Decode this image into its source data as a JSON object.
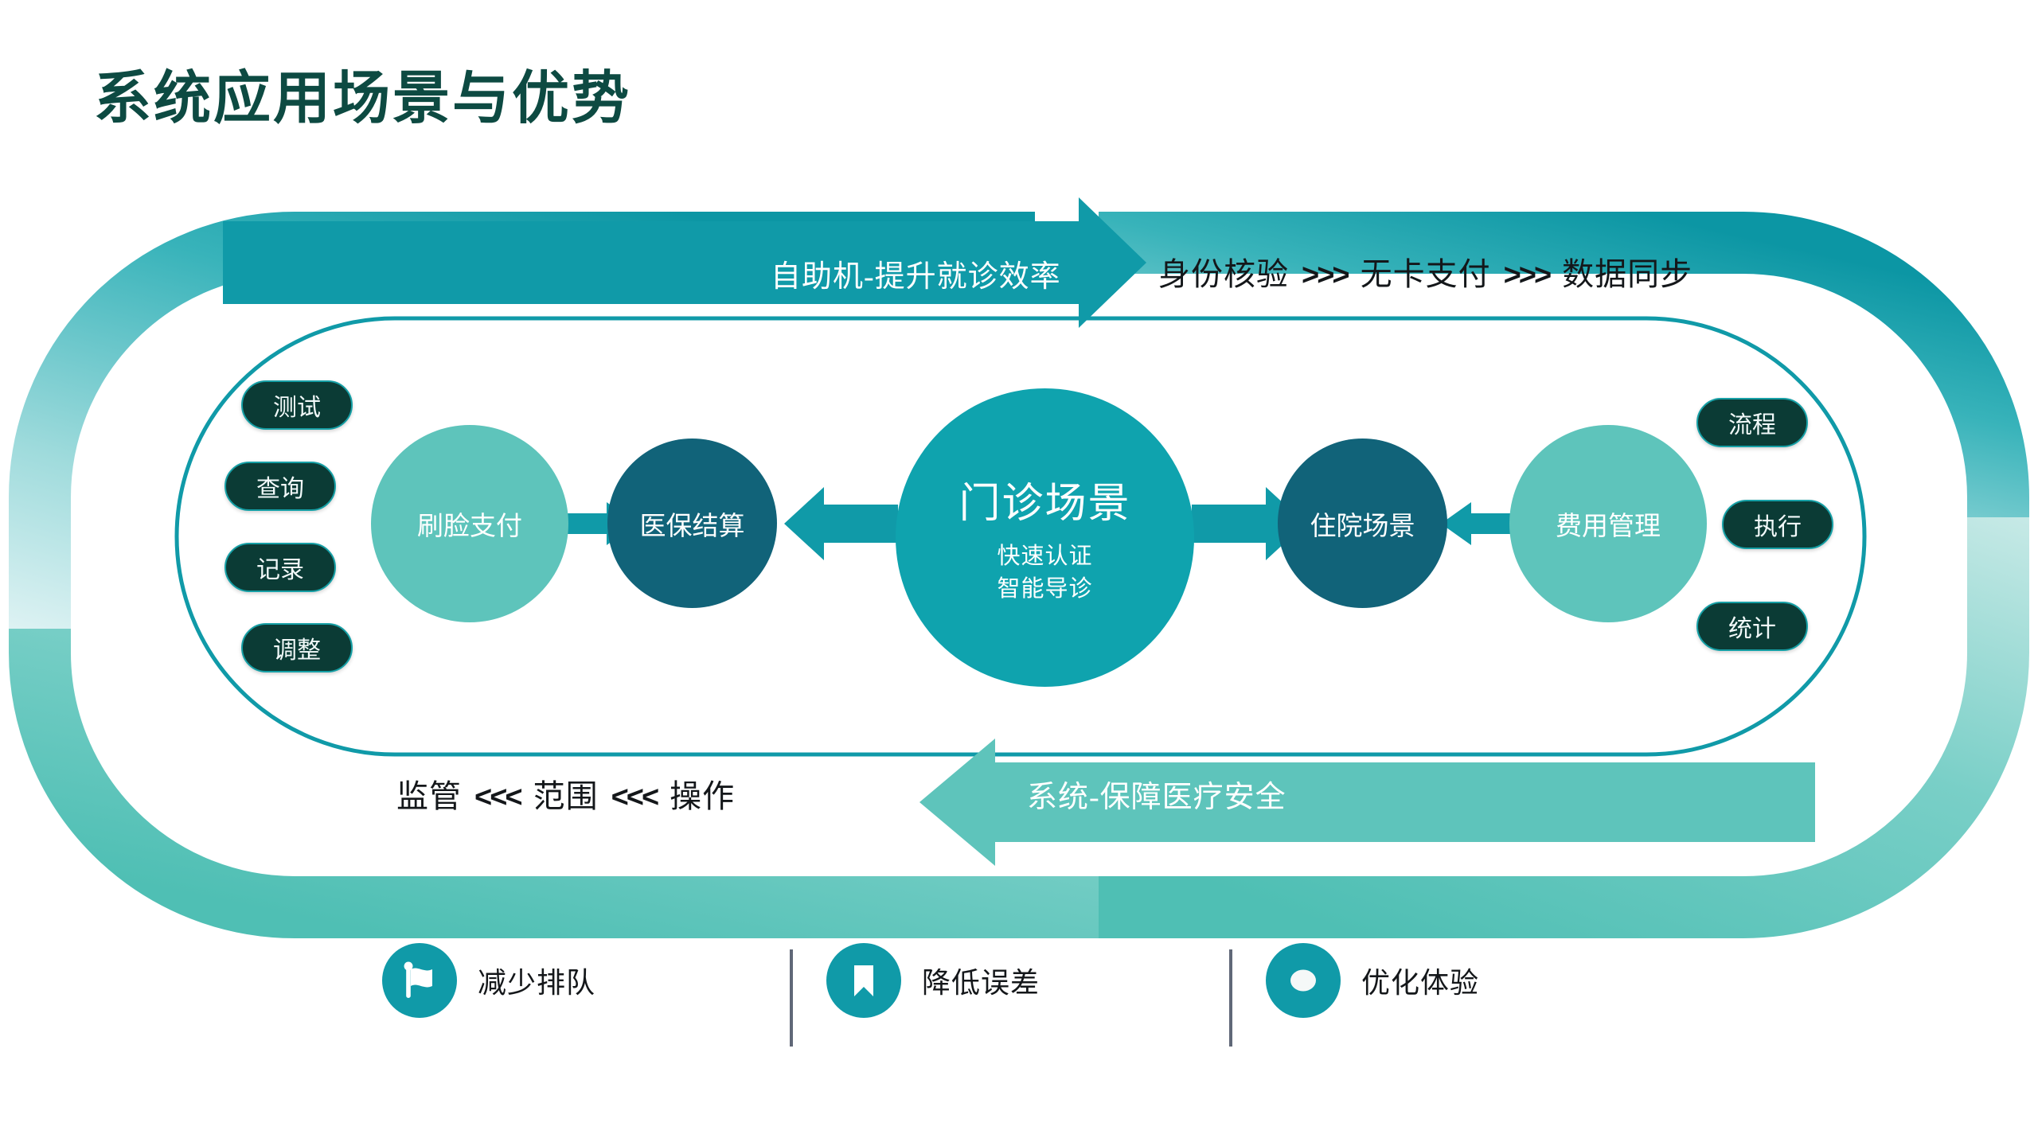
{
  "header": {
    "title": "系统应用场景与优势"
  },
  "colors": {
    "title": "#0d4a42",
    "band_top_start": "#8fd3d6",
    "band_top_end": "#109aa8",
    "band_bottom_start": "#5ec4bb",
    "band_bottom_end": "#eaf7f7",
    "inner_outline": "#109aa8",
    "arrow_top": "#109aa8",
    "arrow_bottom": "#5ec4bb",
    "pill_fill": "#0b3b35",
    "pill_border": "#16a0a6",
    "circle_light": "#5ec4bb",
    "circle_dark": "#116379",
    "circle_center": "#0fa3ae",
    "legend_icon": "#109aa8",
    "legend_divider": "#606878",
    "text_dark": "#14171a"
  },
  "top_band": {
    "arrow_label": "自助机-提升就诊效率",
    "flow": [
      "身份核验",
      "无卡支付",
      "数据同步"
    ],
    "separator": ">>>"
  },
  "bottom_band": {
    "arrow_label": "系统-保障医疗安全",
    "flow": [
      "监管",
      "范围",
      "操作"
    ],
    "separator": "<<<"
  },
  "left_pills": [
    {
      "label": "测试"
    },
    {
      "label": "查询"
    },
    {
      "label": "记录"
    },
    {
      "label": "调整"
    }
  ],
  "right_pills": [
    {
      "label": "流程"
    },
    {
      "label": "执行"
    },
    {
      "label": "统计"
    }
  ],
  "nodes": {
    "pay": {
      "label": "刷脸支付"
    },
    "insurance": {
      "label": "医保结算"
    },
    "center": {
      "label": "门诊场景",
      "sub1": "快速认证",
      "sub2": "智能导诊"
    },
    "inpatient": {
      "label": "住院场景"
    },
    "fee": {
      "label": "费用管理"
    }
  },
  "legend": [
    {
      "icon": "flag-icon",
      "label": "减少排队"
    },
    {
      "icon": "bookmark-icon",
      "label": "降低误差"
    },
    {
      "icon": "ring-icon",
      "label": "优化体验"
    }
  ]
}
